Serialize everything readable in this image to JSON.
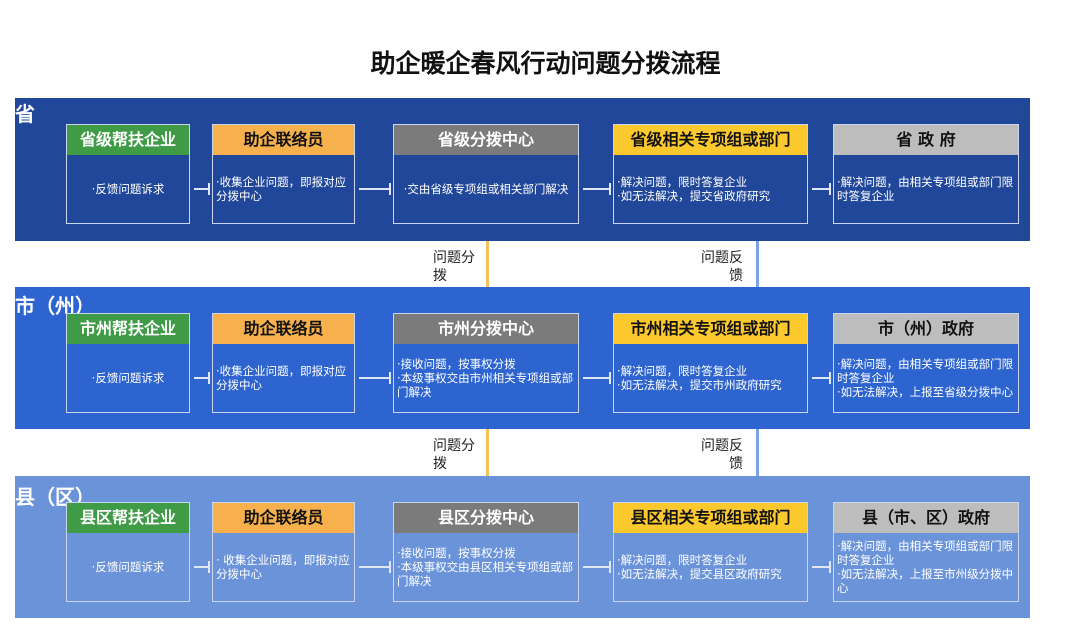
{
  "title": "助企暖企春风行动问题分拨流程",
  "bands": [
    {
      "label": "省",
      "color": "#21479b",
      "cards": [
        {
          "title": "省级帮扶企业",
          "head": "green",
          "lines": [
            "·反馈问题诉求"
          ],
          "center": true
        },
        {
          "title": "助企联络员",
          "head": "orange",
          "lines": [
            "·收集企业问题，即报对应分拨中心"
          ]
        },
        {
          "title": "省级分拨中心",
          "head": "darkgray",
          "lines": [
            "·交由省级专项组或相关部门解决"
          ],
          "center": true
        },
        {
          "title": "省级相关专项组或部门",
          "head": "yellow",
          "lines": [
            "·解决问题，限时答复企业",
            "·如无法解决，提交省政府研究"
          ]
        },
        {
          "title": "省 政 府",
          "head": "lightgray",
          "lines": [
            "·解决问题，由相关专项组或部门限时答复企业"
          ]
        }
      ]
    },
    {
      "label": "市（州）",
      "color": "#2e64cf",
      "cards": [
        {
          "title": "市州帮扶企业",
          "head": "green",
          "lines": [
            "·反馈问题诉求"
          ],
          "center": true
        },
        {
          "title": "助企联络员",
          "head": "orange",
          "lines": [
            "·收集企业问题，即报对应分拨中心"
          ]
        },
        {
          "title": "市州分拨中心",
          "head": "darkgray",
          "lines": [
            "·接收问题，按事权分拨",
            "·本级事权交由市州相关专项组或部门解决"
          ]
        },
        {
          "title": "市州相关专项组或部门",
          "head": "yellow",
          "lines": [
            "·解决问题，限时答复企业",
            "·如无法解决，提交市州政府研究"
          ]
        },
        {
          "title": "市（州）政府",
          "head": "lightgray",
          "lines": [
            "·解决问题，由相关专项组或部门限时答复企业",
            "·如无法解决，上报至省级分拨中心"
          ]
        }
      ]
    },
    {
      "label": "县（区）",
      "color": "#6b93da",
      "cards": [
        {
          "title": "县区帮扶企业",
          "head": "green",
          "lines": [
            "·反馈问题诉求"
          ],
          "center": true
        },
        {
          "title": "助企联络员",
          "head": "orange",
          "lines": [
            "· 收集企业问题，即报对应分拨中心"
          ]
        },
        {
          "title": "县区分拨中心",
          "head": "darkgray",
          "lines": [
            "·接收问题，按事权分拨",
            "·本级事权交由县区相关专项组或部门解决"
          ]
        },
        {
          "title": "县区相关专项组或部门",
          "head": "yellow",
          "lines": [
            "·解决问题，限时答复企业",
            "·如无法解决，提交县区政府研究"
          ]
        },
        {
          "title": "县（市、区）政府",
          "head": "lightgray",
          "lines": [
            "·解决问题，由相关专项组或部门限时答复企业",
            "·如无法解决，上报至市州级分拨中心"
          ]
        }
      ]
    }
  ],
  "gaps": [
    {
      "dispatch_label": "问题分拨",
      "feedback_label": "问题反馈"
    },
    {
      "dispatch_label": "问题分拨",
      "feedback_label": "问题反馈"
    }
  ],
  "colors": {
    "dispatch_arrow": "#f5c15a",
    "feedback_arrow": "#7aa4e6"
  }
}
